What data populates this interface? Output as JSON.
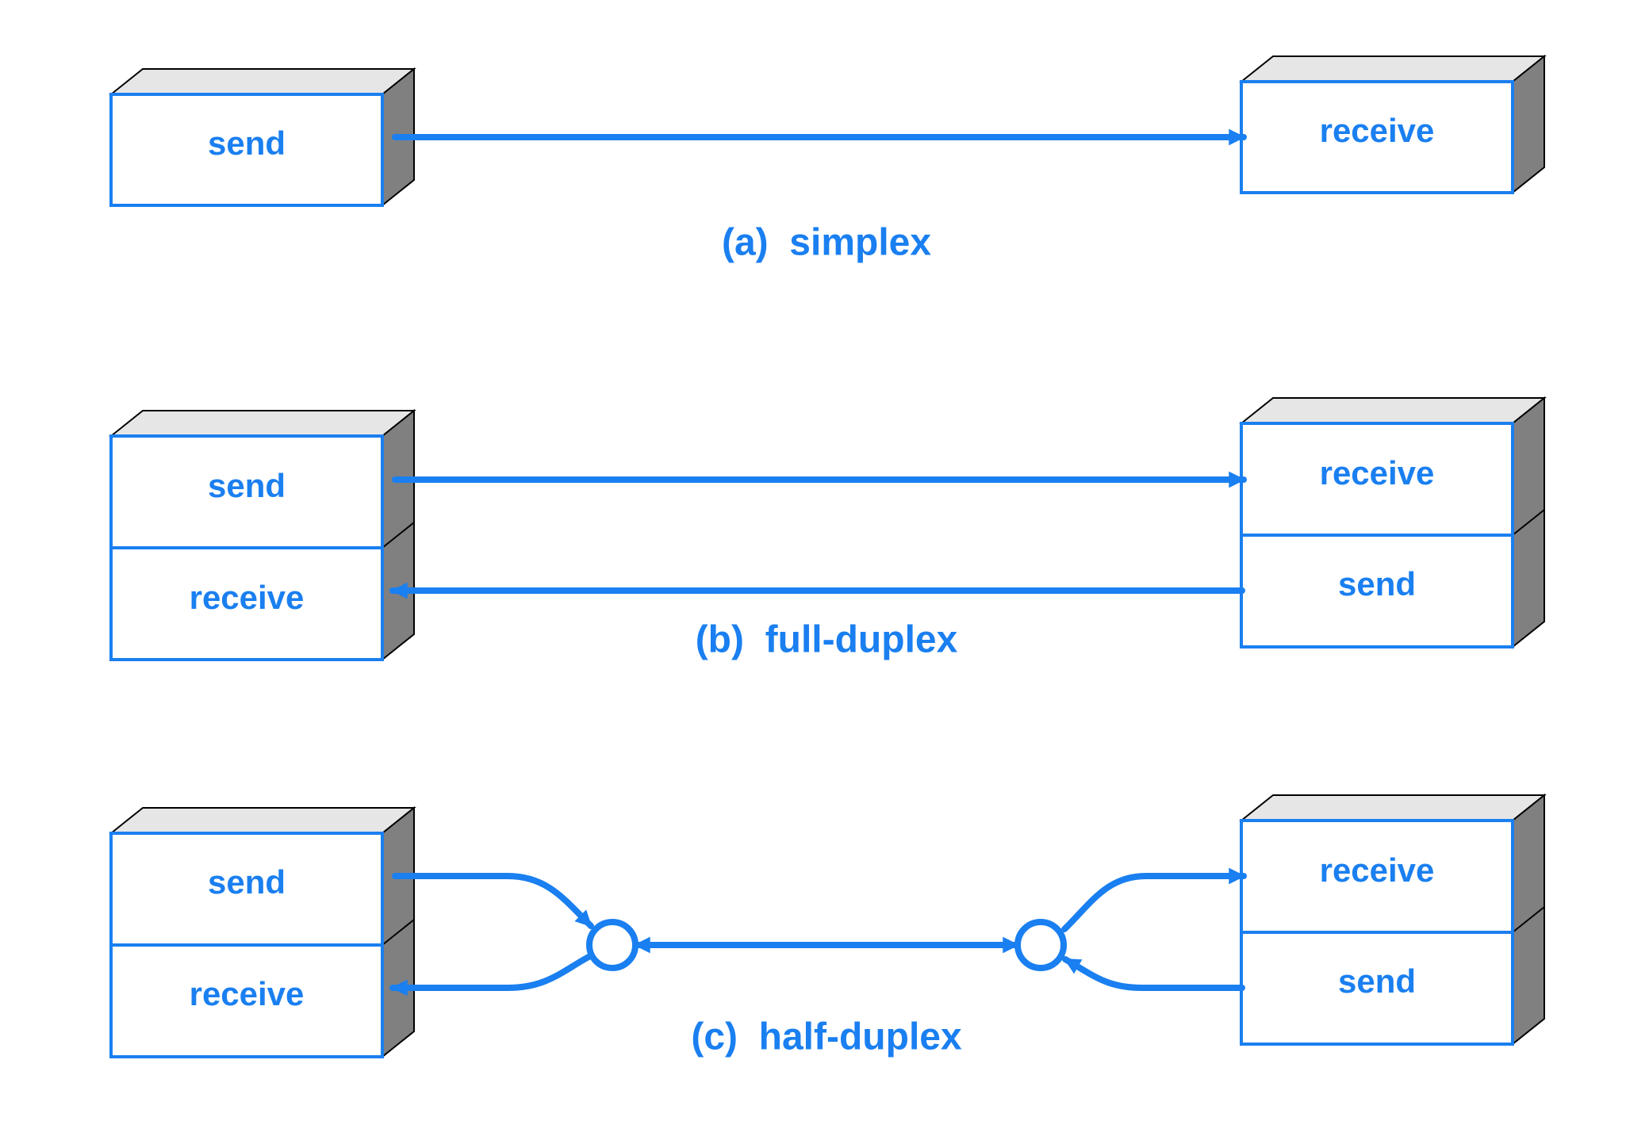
{
  "colors": {
    "accent": "#1a7ff0",
    "box_top": "#e6e6e6",
    "box_side": "#808080",
    "box_outline": "#000000",
    "box_fill": "#ffffff"
  },
  "sections": {
    "simplex": {
      "caption": "(a)  simplex",
      "left_box": {
        "label": "send"
      },
      "right_box": {
        "label": "receive"
      }
    },
    "full_duplex": {
      "caption": "(b)  full-duplex",
      "left_box": {
        "top_label": "send",
        "bottom_label": "receive"
      },
      "right_box": {
        "top_label": "receive",
        "bottom_label": "send"
      }
    },
    "half_duplex": {
      "caption": "(c)  half-duplex",
      "left_box": {
        "top_label": "send",
        "bottom_label": "receive"
      },
      "right_box": {
        "top_label": "receive",
        "bottom_label": "send"
      }
    }
  }
}
